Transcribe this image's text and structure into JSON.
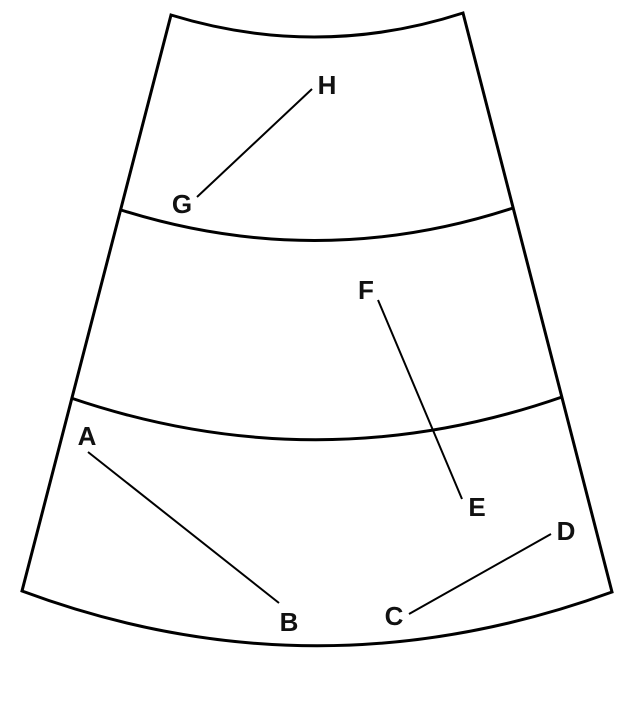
{
  "diagram": {
    "labels": {
      "A": "A",
      "B": "B",
      "C": "C",
      "D": "D",
      "E": "E",
      "F": "F",
      "G": "G",
      "H": "H"
    },
    "segments": [
      {
        "from": "A",
        "to": "B"
      },
      {
        "from": "C",
        "to": "D"
      },
      {
        "from": "E",
        "to": "F"
      },
      {
        "from": "G",
        "to": "H"
      }
    ],
    "bands": 3
  }
}
